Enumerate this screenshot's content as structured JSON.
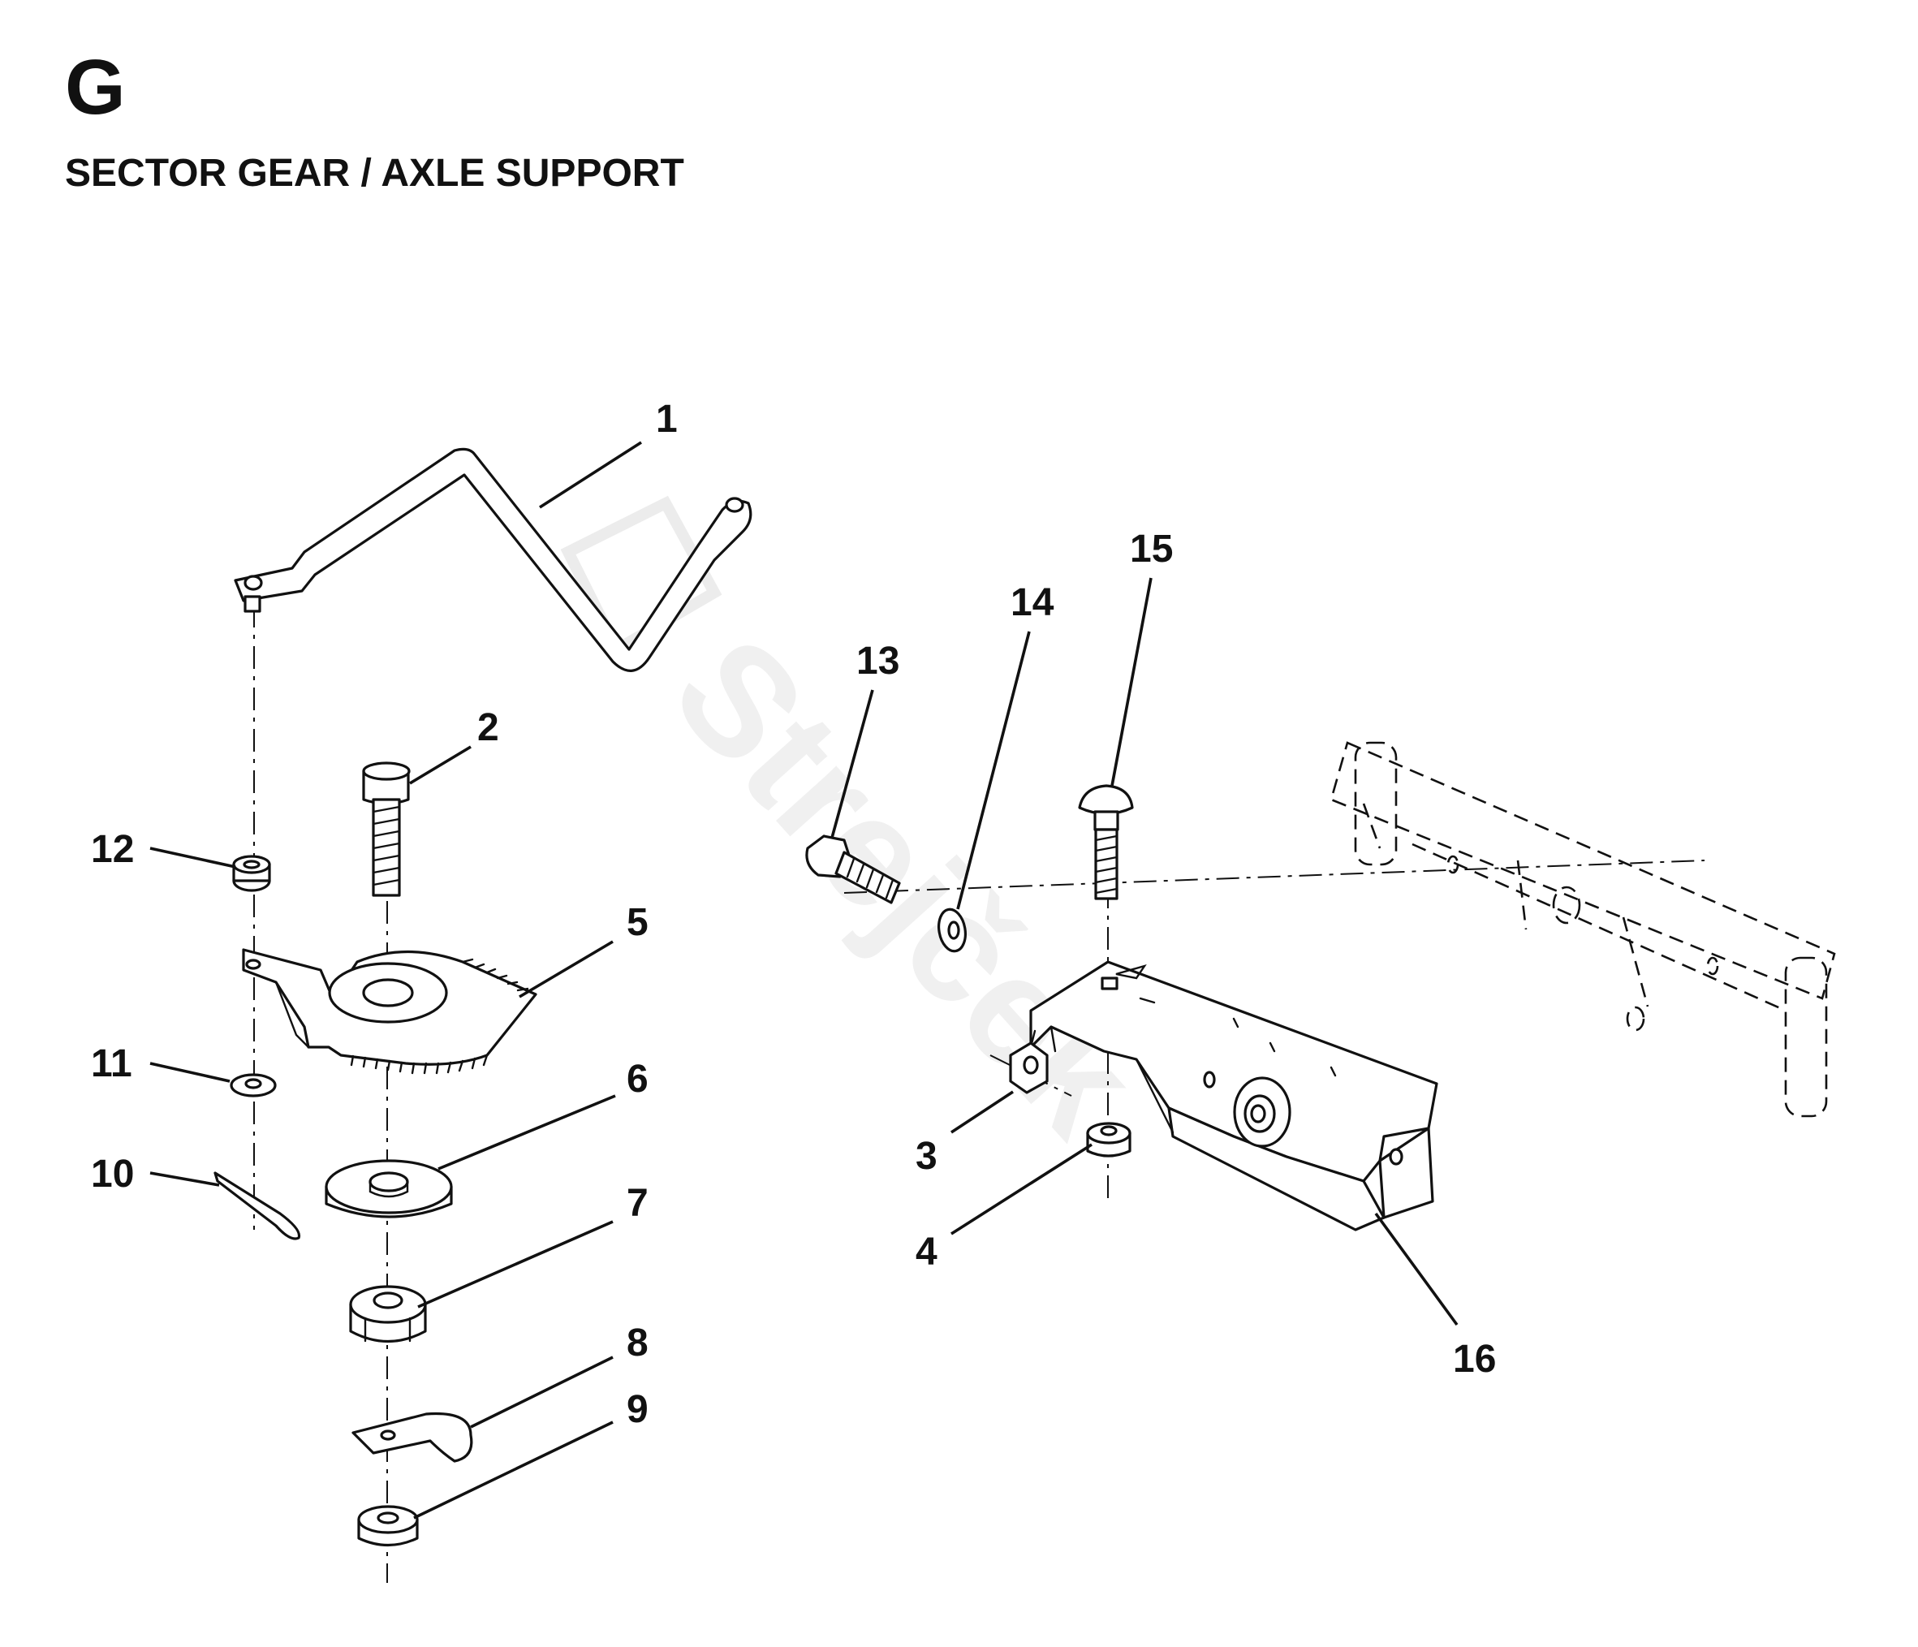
{
  "header": {
    "sheet_letter": "G",
    "title": "SECTOR GEAR / AXLE SUPPORT"
  },
  "watermark": {
    "text": "Strejček"
  },
  "callouts": [
    "1",
    "2",
    "3",
    "4",
    "5",
    "6",
    "7",
    "8",
    "9",
    "10",
    "11",
    "12",
    "13",
    "14",
    "15",
    "16"
  ]
}
